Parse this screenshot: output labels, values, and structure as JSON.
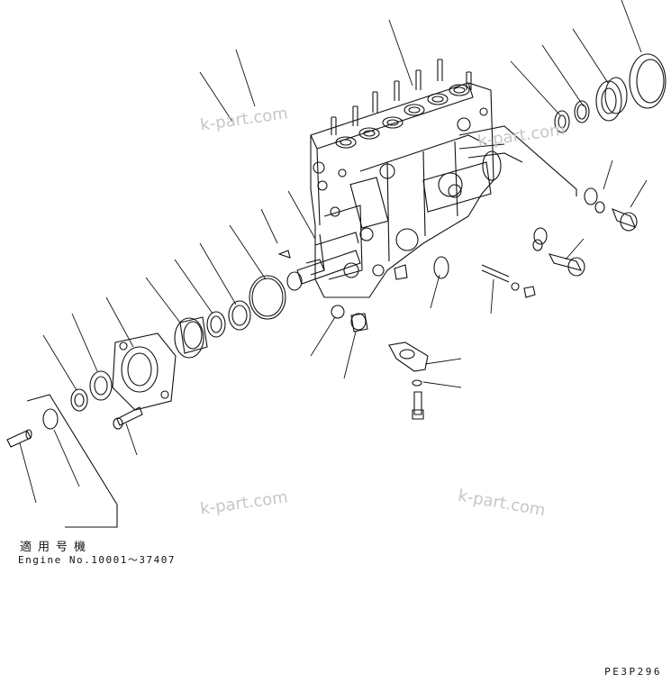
{
  "applicability": {
    "title": "適用号機",
    "engine": "Engine No.10001〜37407"
  },
  "figure_code": "PE3P296",
  "watermarks": [
    "k-part.com",
    "k-part.com",
    "k-part.com",
    "k-part.com"
  ]
}
